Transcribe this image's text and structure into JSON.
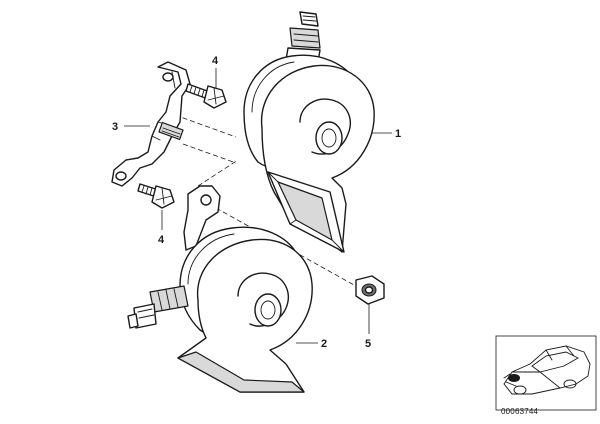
{
  "callouts": {
    "part_1": "1",
    "part_2": "2",
    "part_3": "3",
    "part_4_upper": "4",
    "part_4_lower": "4",
    "part_5": "5"
  },
  "reference_code": "00063744"
}
